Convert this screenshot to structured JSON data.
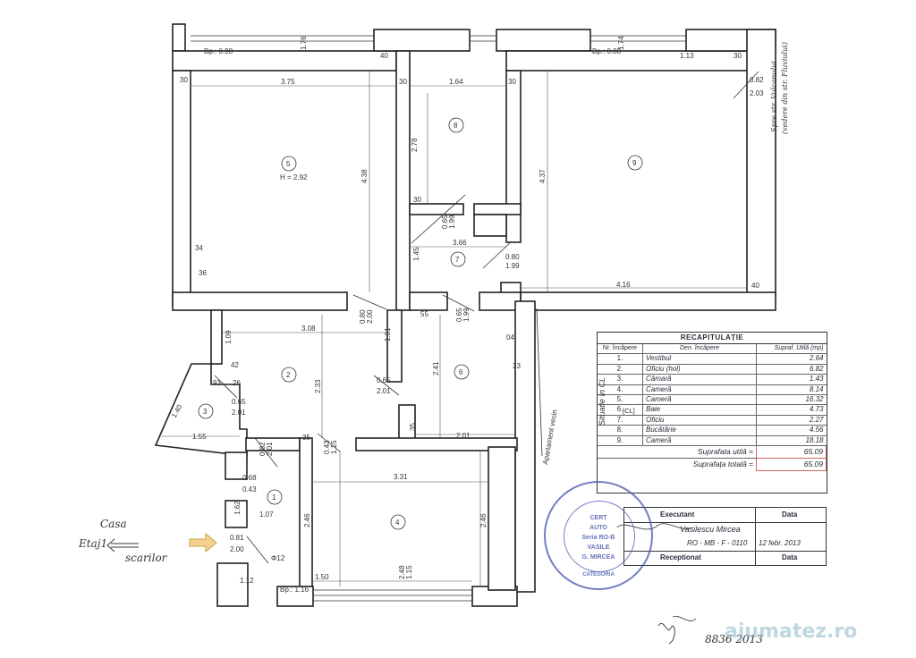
{
  "rooms": [
    {
      "num": "1"
    },
    {
      "num": "2"
    },
    {
      "num": "3"
    },
    {
      "num": "4"
    },
    {
      "num": "5"
    },
    {
      "num": "6"
    },
    {
      "num": "7"
    },
    {
      "num": "8"
    },
    {
      "num": "9"
    }
  ],
  "plan_labels": {
    "room5_height": "H = 2.92",
    "apartament_vecin": "Apartament vecin",
    "casa": "Casa",
    "etaj": "Etaj1",
    "scarilor": "scarilor",
    "vedere_strada": "Spre str. Vulcanului",
    "vedere_strada2": "(vedere din str. Fluviului)"
  },
  "dimensions": {
    "d_375": "3.75",
    "d_164": "1.64",
    "d_278": "2.78",
    "d_438": "4.38",
    "d_437": "4.37",
    "d_366": "3.66",
    "d_416": "4.16",
    "d_308": "3.08",
    "d_233": "2.33",
    "d_241": "2.41",
    "d_201": "2.01",
    "d_331": "3.31",
    "d_246": "2.46",
    "d_246b": "2.46",
    "d_248": "2.48",
    "d_155": "1.55",
    "d_109": "1.09",
    "d_107": "1.07",
    "d_140": "1.40",
    "d_113": "1.13",
    "d_203": "2.03",
    "d_082": "0.82",
    "d_150": "1.50",
    "d_115": "1.15",
    "d_30": "30",
    "d_40": "40",
    "d_42": "42",
    "d_35": "35",
    "d_55": "55",
    "d_33": "33",
    "d_04": "04",
    "d_65": "0.65",
    "d_199": "1.99",
    "d_080": "0.80",
    "d_200": "2.00",
    "d_081": "0.81",
    "d_012": "Φ12",
    "d_93": "93",
    "d_26": "26",
    "d_34": "34",
    "d_36": "36",
    "d_bp098": "Bp.: 0.98",
    "d_bp088": "Bp.: 0.88",
    "d_bp116": "Bp.: 1.16",
    "d_176": "1.76",
    "d_174": "1.74",
    "d_145": "1.45",
    "d_101": "1.01",
    "d_068": "0.68",
    "d_043": "0.43",
    "d_043b": "0.43",
    "d_0112": "1.12",
    "d_1ap": "1.62"
  },
  "recap": {
    "title": "RECAPITULAȚIE",
    "headers": {
      "nr": "Nr. încăpere",
      "den": "Den. încăpere",
      "supraf": "Supraf. Utilă (mp)"
    },
    "side_label": "Situatie în CL",
    "cl_tag": "[CL]",
    "rows": [
      {
        "nr": "1.",
        "name": "Vestibul",
        "area": "2.64"
      },
      {
        "nr": "2.",
        "name": "Oficiu (hol)",
        "area": "6.82"
      },
      {
        "nr": "3.",
        "name": "Cămară",
        "area": "1.43"
      },
      {
        "nr": "4.",
        "name": "Cameră",
        "area": "8.14"
      },
      {
        "nr": "5.",
        "name": "Cameră",
        "area": "16.32"
      },
      {
        "nr": "6.",
        "name": "Baie",
        "area": "4.73"
      },
      {
        "nr": "7.",
        "name": "Oficiu",
        "area": "2.27"
      },
      {
        "nr": "8.",
        "name": "Bucătărie",
        "area": "4.56"
      },
      {
        "nr": "9.",
        "name": "Cameră",
        "area": "18.18"
      }
    ],
    "supr_utila_label": "Suprafata utilă =",
    "supr_utila": "65.09",
    "supr_totala_label": "Suprafața totală =",
    "supr_totala": "65.09"
  },
  "exec": {
    "executant": "Executant",
    "data": "Data",
    "name": "Vasilescu Mircea",
    "code": "RO - MB - F - 0110",
    "date": "12 febr. 2013",
    "receptionat": "Receptionat",
    "data2": "Data"
  },
  "stamp": {
    "l1": "CERT",
    "l2": "AUTO",
    "l3": "Seria RO-B",
    "l4": "VASILE",
    "l5": "G. MIRCEA",
    "l6": "CATEGORIA"
  },
  "footer": {
    "num": "8836  2013"
  },
  "watermark": "ajumatez.ro",
  "colors": {
    "ink": "#2a2a3a",
    "stamp": "#4c5bb0",
    "watermark": "#8ab8c8"
  }
}
